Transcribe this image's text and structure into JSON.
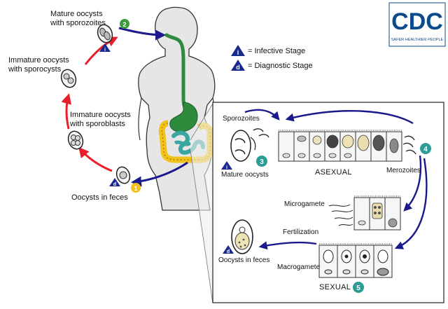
{
  "logo": {
    "text": "CDC",
    "tagline": "SAFER·HEALTHIER·PEOPLE"
  },
  "legend": {
    "infective": {
      "symbol": "i",
      "label": "= Infective Stage"
    },
    "diagnostic": {
      "symbol": "d",
      "label": "= Diagnostic Stage"
    }
  },
  "cycle": {
    "mature_sporozoites": [
      "Mature oocysts",
      "with sporozoites"
    ],
    "immature_sporocysts": [
      "Immature oocysts",
      "with sporocysts"
    ],
    "immature_sporoblasts": [
      "Immature oocysts",
      "with sporoblasts"
    ],
    "oocysts_feces": "Oocysts in feces"
  },
  "inset": {
    "sporozoites": "Sporozoites",
    "mature_oocysts": "Mature oocysts",
    "asexual": "ASEXUAL",
    "merozoites": "Merozoites",
    "microgamete": "Microgamete",
    "fertilization": "Fertilization",
    "oocysts_feces": "Oocysts in feces",
    "macrogamete": "Macrogamete",
    "sexual": "SEXUAL"
  },
  "steps": [
    "1",
    "2",
    "3",
    "4",
    "5"
  ],
  "colors": {
    "red_arrow": "#e8202a",
    "blue_arrow": "#1a1a8c",
    "gut_green": "#2e8b3d",
    "colon_yellow": "#f2c21b",
    "small_intestine_teal": "#3aa6a0",
    "step_green": "#3c9a3c",
    "step_yellow": "#f2c21b",
    "step_teal": "#2e9c96",
    "triangle_blue": "#1a2a8c",
    "cdc_blue": "#0b4a8b"
  }
}
